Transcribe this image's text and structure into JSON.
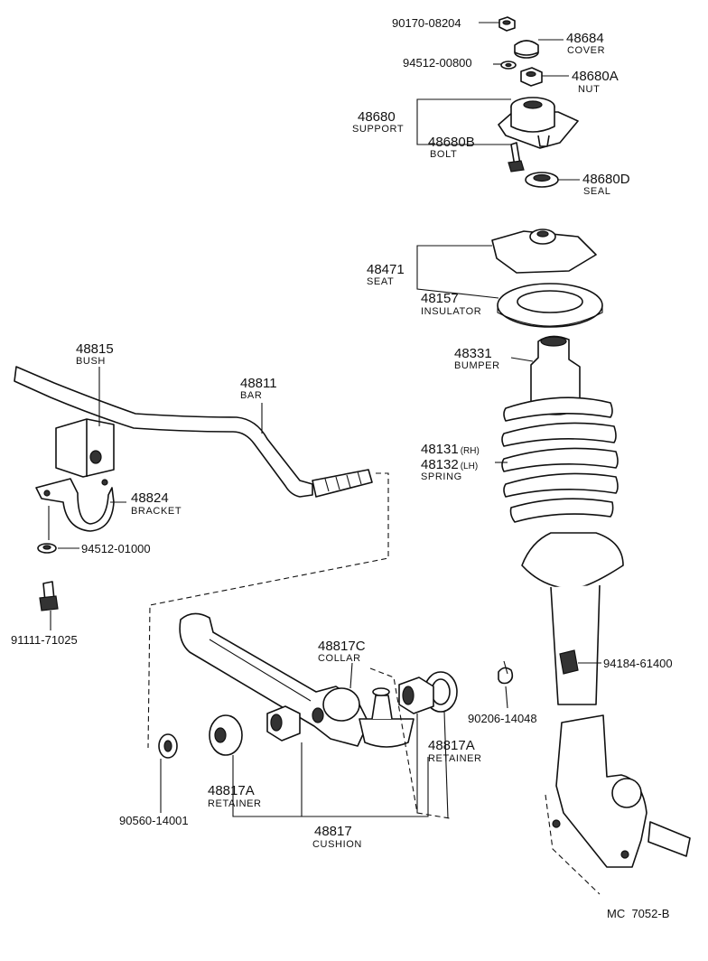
{
  "diagram_code": "MC  7052-B",
  "parts": {
    "p90170": {
      "number": "90170-08204"
    },
    "p48684": {
      "number": "48684",
      "name": "COVER"
    },
    "p94512a": {
      "number": "94512-00800"
    },
    "p48680A": {
      "number": "48680A",
      "name": "NUT"
    },
    "p48680": {
      "number": "48680",
      "name": "SUPPORT"
    },
    "p48680B": {
      "number": "48680B",
      "name": "BOLT"
    },
    "p48680D": {
      "number": "48680D",
      "name": "SEAL"
    },
    "p48471": {
      "number": "48471",
      "name": "SEAT"
    },
    "p48157": {
      "number": "48157",
      "name": "INSULATOR"
    },
    "p48331": {
      "number": "48331",
      "name": "BUMPER"
    },
    "p48131": {
      "number": "48131",
      "side": "(RH)"
    },
    "p48132": {
      "number": "48132",
      "side": "(LH)",
      "name": "SPRING"
    },
    "p48815": {
      "number": "48815",
      "name": "BUSH"
    },
    "p48811": {
      "number": "48811",
      "name": "BAR"
    },
    "p48824": {
      "number": "48824",
      "name": "BRACKET"
    },
    "p94512b": {
      "number": "94512-01000"
    },
    "p91111": {
      "number": "91111-71025"
    },
    "p48817C": {
      "number": "48817C",
      "name": "COLLAR"
    },
    "p94184": {
      "number": "94184-61400"
    },
    "p90206": {
      "number": "90206-14048"
    },
    "p48817Ar": {
      "number": "48817A",
      "name": "RETAINER"
    },
    "p48817Al": {
      "number": "48817A",
      "name": "RETAINER"
    },
    "p90560": {
      "number": "90560-14001"
    },
    "p48817": {
      "number": "48817",
      "name": "CUSHION"
    }
  }
}
